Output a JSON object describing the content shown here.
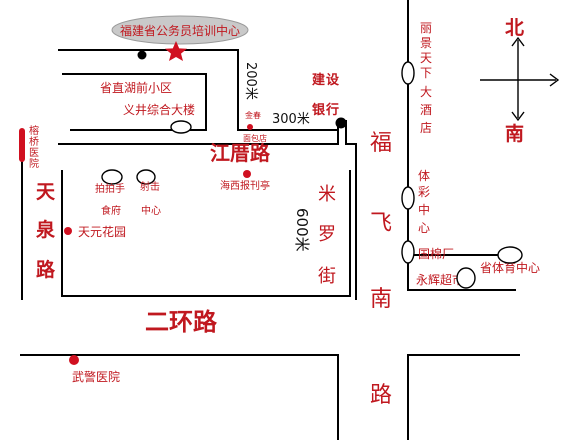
{
  "compass": {
    "north": "北",
    "south": "南"
  },
  "destination": {
    "label": "福建省公务员培训中心"
  },
  "roads": {
    "jiangli": "江厝路",
    "tianquan": [
      "天",
      "泉",
      "路"
    ],
    "erhuan": "二环路",
    "fufei": [
      "福",
      "飞",
      "南",
      "路"
    ],
    "miluo": [
      "米",
      "罗",
      "街"
    ]
  },
  "landmarks": {
    "hushengqian": "省直湖前小区",
    "yijing": "义井综合大楼",
    "jianshe": [
      "建",
      "设",
      "银",
      "行"
    ],
    "lijing": [
      "丽",
      "景",
      "天",
      "下",
      "大",
      "酒",
      "店"
    ],
    "tiyucaipiao": [
      "体",
      "彩",
      "中",
      "心"
    ],
    "guomian": "国棉厂",
    "yonghui": "永辉超市",
    "shengtiyu": "省体育中心",
    "rongqiao": [
      "榕",
      "桥",
      "医",
      "院"
    ],
    "paipaishou": "拍拍手",
    "shifu": "食府",
    "shexi": "射击",
    "zhongxin": "中心",
    "jinchun": "金春",
    "mianbaodian": "面包店",
    "haixi": "海西报刊亭",
    "tianyuan": "天元花园",
    "wujing": "武警医院"
  },
  "distances": {
    "d200": "200米",
    "d300": "300米",
    "d600": "600米"
  }
}
